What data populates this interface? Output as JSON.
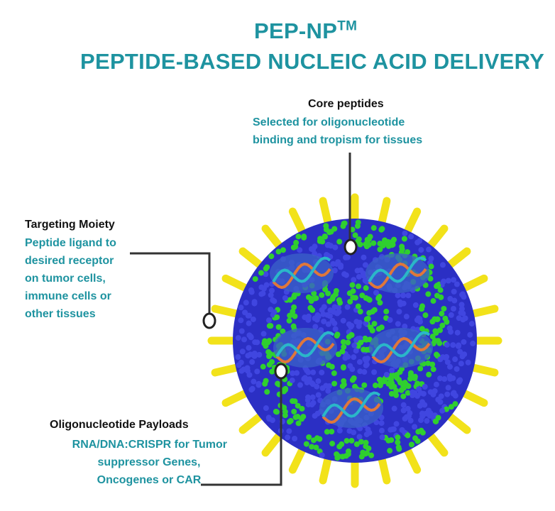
{
  "title": {
    "line1": "PEP-NP",
    "line1_sup": "TM",
    "line2": "PEPTIDE-BASED NUCLEIC  ACID DELIVERY"
  },
  "callouts": {
    "core": {
      "heading": "Core peptides",
      "lines": [
        "Selected for oligonucleotide",
        "binding and tropism for tissues"
      ]
    },
    "targeting": {
      "heading": "Targeting Moiety",
      "lines": [
        "Peptide ligand to",
        "desired receptor",
        "on tumor cells,",
        "immune cells or",
        "other tissues"
      ]
    },
    "payload": {
      "heading": "Oligonucleotide Payloads",
      "lines": [
        "RNA/DNA:CRISPR for Tumor",
        "suppressor Genes,",
        "Oncogenes or CAR"
      ]
    }
  },
  "colors": {
    "accent": "#1e93a0",
    "core_blue": "#2b2fc4",
    "peptide_green": "#2fcf2f",
    "spike_yellow": "#f2e21a",
    "helix_orange": "#e0773a"
  }
}
